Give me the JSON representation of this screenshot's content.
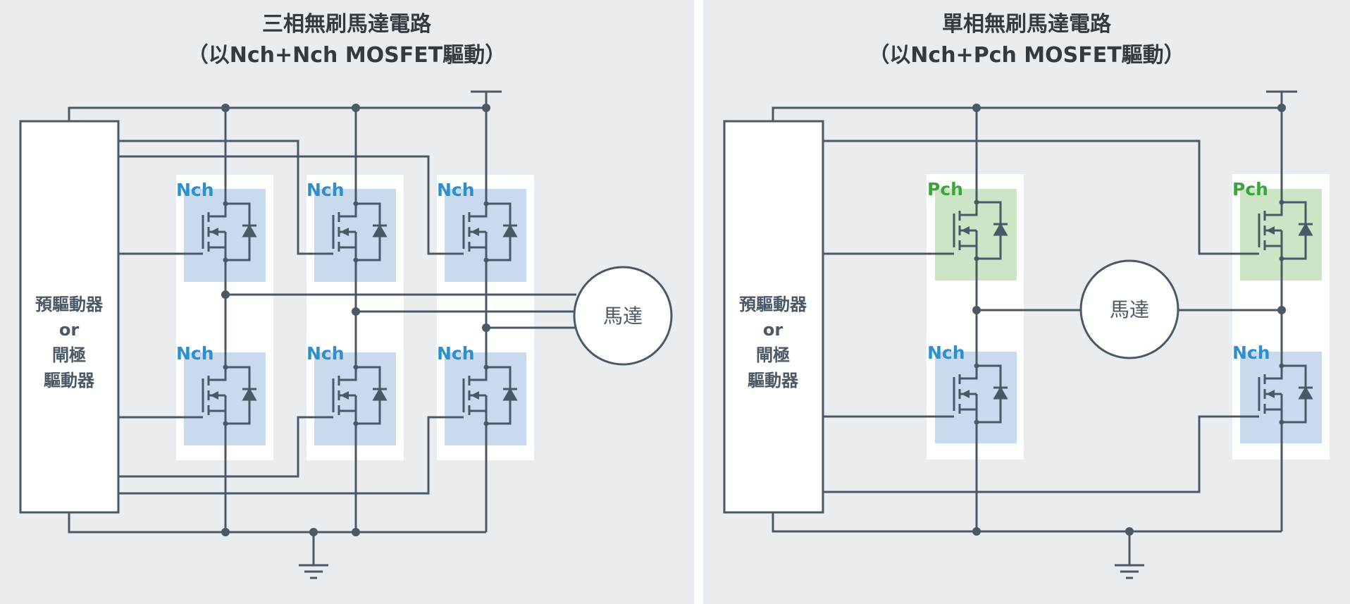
{
  "left_panel": {
    "title_line1": "三相無刷馬達電路",
    "title_line2": "（以Nch+Nch MOSFET驅動）",
    "driver": [
      "預驅動器",
      "or",
      "閘極",
      "驅動器"
    ],
    "motor": "馬達",
    "transistors": [
      {
        "label": "Nch",
        "type": "nch"
      },
      {
        "label": "Nch",
        "type": "nch"
      },
      {
        "label": "Nch",
        "type": "nch"
      },
      {
        "label": "Nch",
        "type": "nch"
      },
      {
        "label": "Nch",
        "type": "nch"
      },
      {
        "label": "Nch",
        "type": "nch"
      }
    ]
  },
  "right_panel": {
    "title_line1": "單相無刷馬達電路",
    "title_line2": "（以Nch+Pch MOSFET驅動）",
    "driver": [
      "預驅動器",
      "or",
      "閘極",
      "驅動器"
    ],
    "motor": "馬達",
    "transistors": [
      {
        "label": "Pch",
        "type": "pch"
      },
      {
        "label": "Pch",
        "type": "pch"
      },
      {
        "label": "Nch",
        "type": "nch"
      },
      {
        "label": "Nch",
        "type": "nch"
      }
    ]
  },
  "colors": {
    "panel_bg": "#e9edf0",
    "wire": "#4a5966",
    "nch_box": "#c9d9ee",
    "pch_box": "#cde5c6",
    "nch_text": "#2d8fcf",
    "pch_text": "#3aa63a"
  }
}
